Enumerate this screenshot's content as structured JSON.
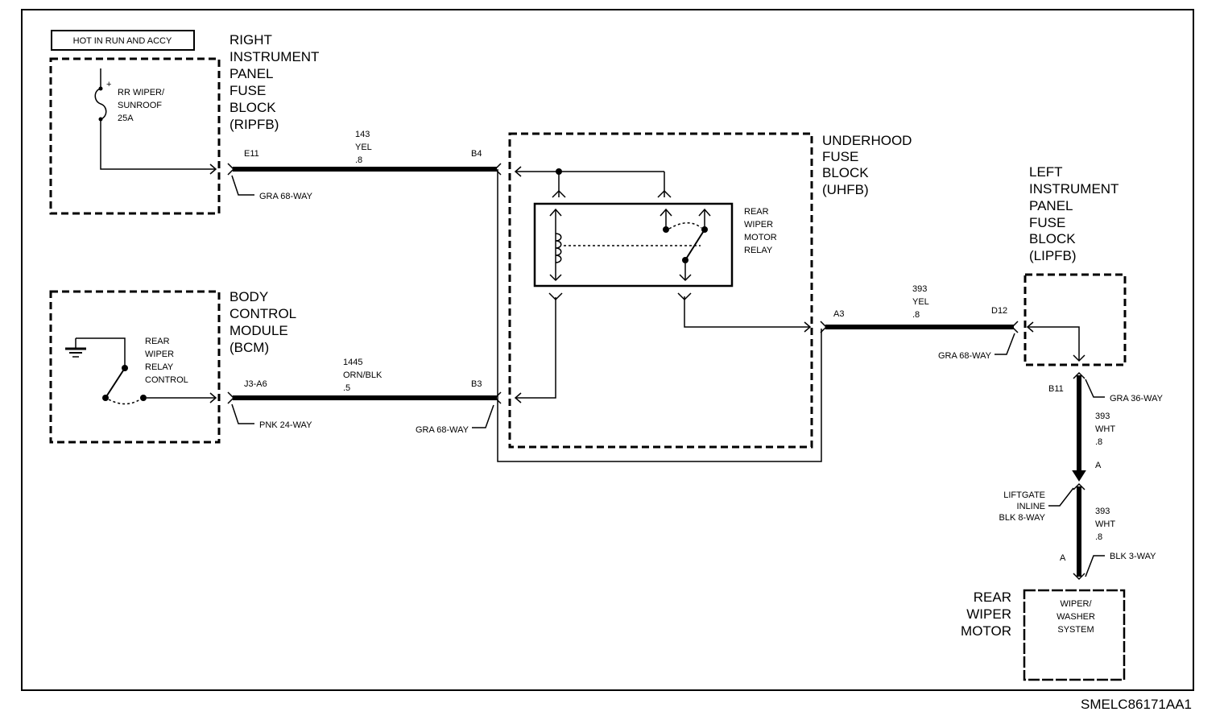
{
  "hot_label": "HOT IN RUN AND ACCY",
  "ripfb": {
    "title": [
      "RIGHT",
      "INSTRUMENT",
      "PANEL",
      "FUSE",
      "BLOCK",
      "(RIPFB)"
    ],
    "fuse": [
      "RR WIPER/",
      "SUNROOF",
      "25A"
    ],
    "plus": "+"
  },
  "bcm": {
    "title": [
      "BODY",
      "CONTROL",
      "MODULE",
      "(BCM)"
    ],
    "control": [
      "REAR",
      "WIPER",
      "RELAY",
      "CONTROL"
    ]
  },
  "uhfb": {
    "title": [
      "UNDERHOOD",
      "FUSE",
      "BLOCK",
      "(UHFB)"
    ],
    "relay": [
      "REAR",
      "WIPER",
      "MOTOR",
      "RELAY"
    ]
  },
  "lipfb": {
    "title": [
      "LEFT",
      "INSTRUMENT",
      "PANEL",
      "FUSE",
      "BLOCK",
      "(LIPFB)"
    ]
  },
  "motor": {
    "title": [
      "REAR",
      "WIPER",
      "MOTOR"
    ],
    "box": [
      "WIPER/",
      "WASHER",
      "SYSTEM"
    ]
  },
  "pins": {
    "e11": "E11",
    "b4": "B4",
    "j3a6": "J3-A6",
    "b3": "B3",
    "a3": "A3",
    "d12": "D12",
    "b11": "B11",
    "a_upper": "A",
    "a_lower": "A"
  },
  "wires": {
    "w143": [
      "143",
      "YEL",
      ".8"
    ],
    "w1445": [
      "1445",
      "ORN/BLK",
      ".5"
    ],
    "w393_h": [
      "393",
      "YEL",
      ".8"
    ],
    "w393_v1": [
      "393",
      "WHT",
      ".8"
    ],
    "w393_v2": [
      "393",
      "WHT",
      ".8"
    ]
  },
  "connectors": {
    "gra68_top": "GRA 68-WAY",
    "pnk24": "PNK 24-WAY",
    "gra68_bcm": "GRA 68-WAY",
    "gra68_right": "GRA 68-WAY",
    "gra36": "GRA 36-WAY",
    "liftgate": [
      "LIFTGATE",
      "INLINE",
      "BLK 8-WAY"
    ],
    "blk3": "BLK 3-WAY"
  },
  "figure_id": "SMELC86171AA1"
}
